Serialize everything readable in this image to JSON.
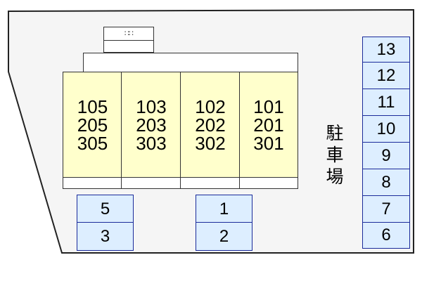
{
  "lot_label": "駐車場",
  "annex_mark": "∷∷",
  "building": {
    "units": [
      {
        "rooms": [
          "105",
          "205",
          "305"
        ]
      },
      {
        "rooms": [
          "103",
          "203",
          "303"
        ]
      },
      {
        "rooms": [
          "102",
          "202",
          "302"
        ]
      },
      {
        "rooms": [
          "101",
          "201",
          "301"
        ]
      }
    ]
  },
  "parking": {
    "right_column": [
      "13",
      "12",
      "11",
      "10",
      "9",
      "8",
      "7",
      "6"
    ],
    "left_group": [
      "5",
      "3"
    ],
    "center_group": [
      "1",
      "2"
    ]
  },
  "colors": {
    "site_fill": "#f5f5f5",
    "unit_fill": "#ffffcc",
    "parking_fill": "#ddeeff",
    "parking_border": "#1a2a9a"
  }
}
